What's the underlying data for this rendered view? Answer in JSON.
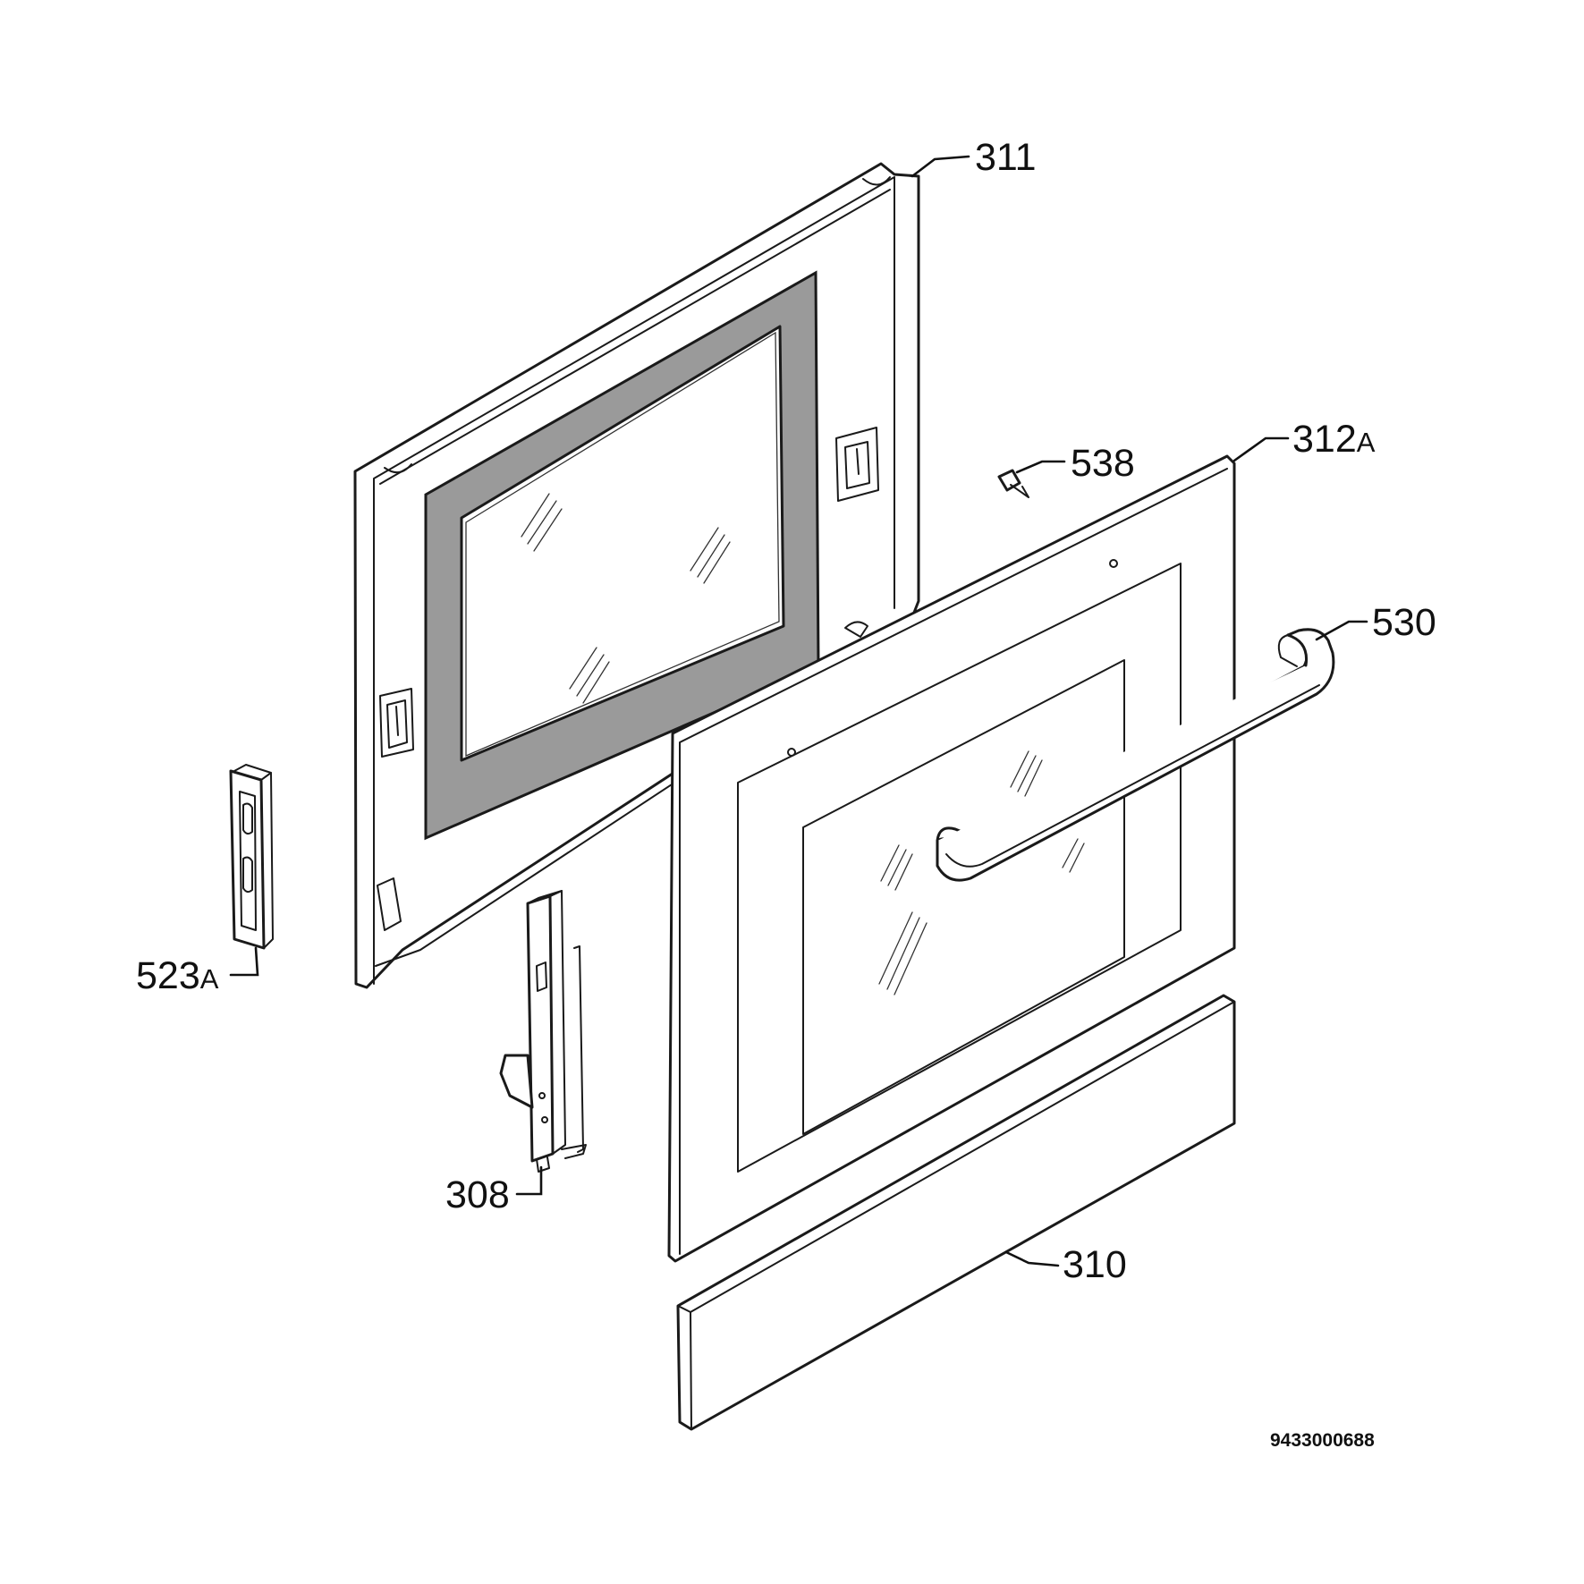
{
  "callouts": {
    "p311": "311",
    "p538": "538",
    "p312a_num": "312",
    "p312a_suffix": "A",
    "p530": "530",
    "p523a_num": "523",
    "p523a_suffix": "A",
    "p308": "308",
    "p310": "310"
  },
  "document_number": "9433000688"
}
